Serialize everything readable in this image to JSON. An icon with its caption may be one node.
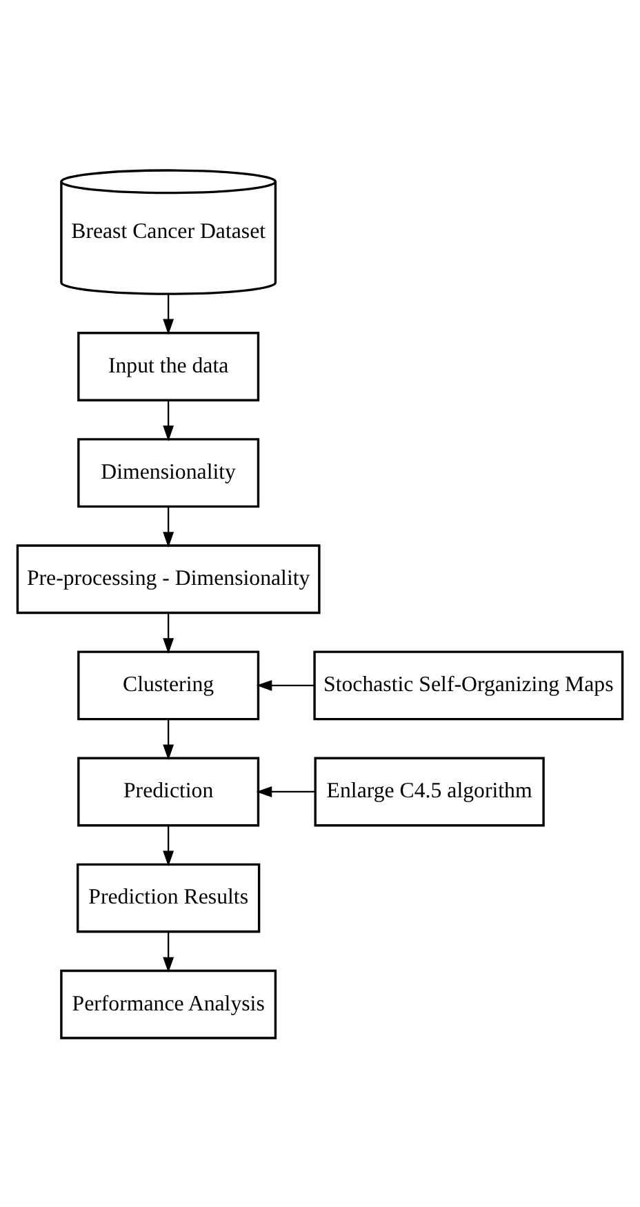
{
  "diagram": {
    "nodes": [
      {
        "text": [
          "Breast Cancer Dataset"
        ]
      },
      {
        "text": [
          "Input the data"
        ]
      },
      {
        "text": [
          "Dimensionality"
        ]
      },
      {
        "text": [
          "Pre-processing - Dimensionality"
        ]
      },
      {
        "text": [
          "Clustering"
        ]
      },
      {
        "text": [
          "Stochastic Self-Organizing Maps"
        ]
      },
      {
        "text": [
          "Prediction"
        ]
      },
      {
        "text": [
          "Enlarge C4.5 algorithm"
        ]
      },
      {
        "text": [
          "Prediction Results"
        ]
      },
      {
        "text": [
          "Performance Analysis"
        ]
      }
    ],
    "edges": [
      {
        "from": 0,
        "to": 1,
        "arrow": "to"
      },
      {
        "from": 1,
        "to": 2,
        "arrow": "to"
      },
      {
        "from": 2,
        "to": 3,
        "arrow": "to"
      },
      {
        "from": 3,
        "to": 4,
        "arrow": "to"
      },
      {
        "from": 5,
        "to": 4,
        "arrow": "to"
      },
      {
        "from": 4,
        "to": 6,
        "arrow": "to"
      },
      {
        "from": 7,
        "to": 6,
        "arrow": "to"
      },
      {
        "from": 6,
        "to": 8,
        "arrow": "to"
      },
      {
        "from": 8,
        "to": 9,
        "arrow": "to"
      }
    ]
  }
}
